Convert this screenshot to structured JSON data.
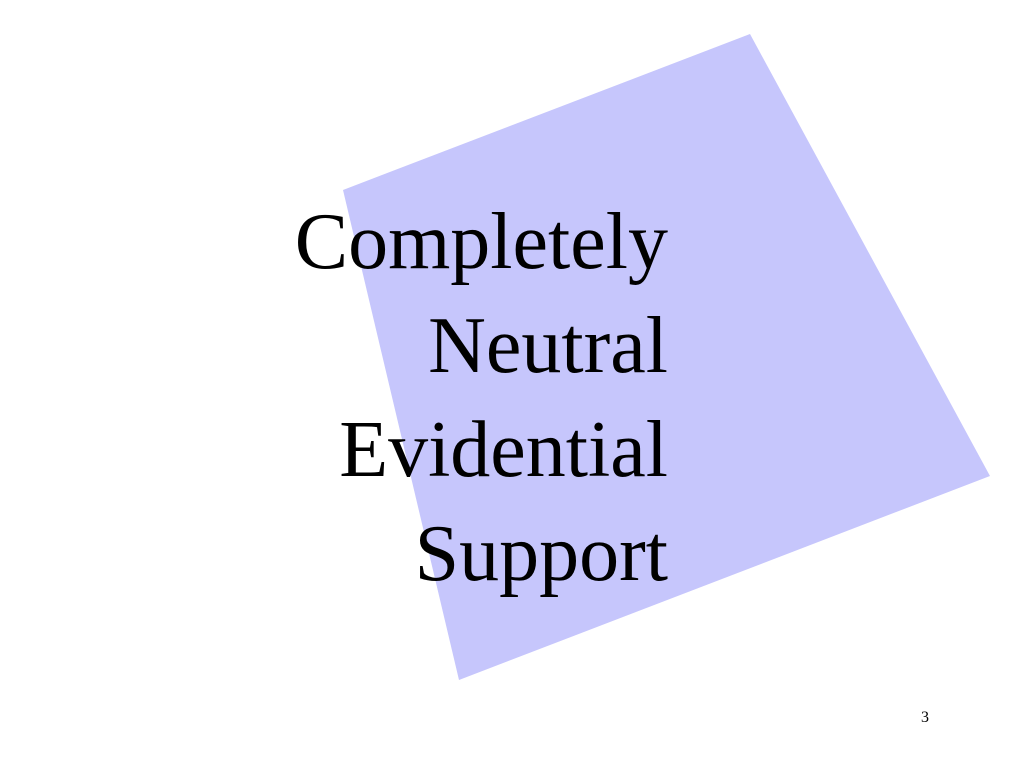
{
  "slide": {
    "title_lines": [
      "Completely",
      "Neutral",
      "Evidential",
      "Support"
    ],
    "page_number": "3",
    "accent_color": "#c6c6fc",
    "background_color": "#ffffff"
  }
}
